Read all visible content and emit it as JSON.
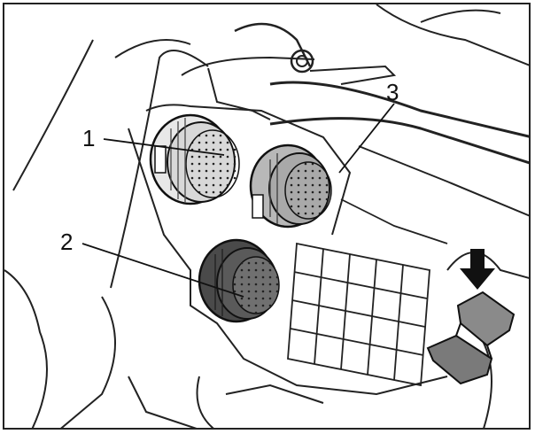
{
  "figure": {
    "callouts": [
      {
        "id": "1",
        "text": "1"
      },
      {
        "id": "2",
        "text": "2"
      },
      {
        "id": "3",
        "text": "3"
      }
    ],
    "colors": {
      "connector_light": "#d8d8d8",
      "connector_mid": "#a9a9a9",
      "connector_dark": "#5a5a5a",
      "clip": "#7a7a7a",
      "line": "#111111"
    },
    "icons": [
      "down-arrow-icon"
    ]
  }
}
